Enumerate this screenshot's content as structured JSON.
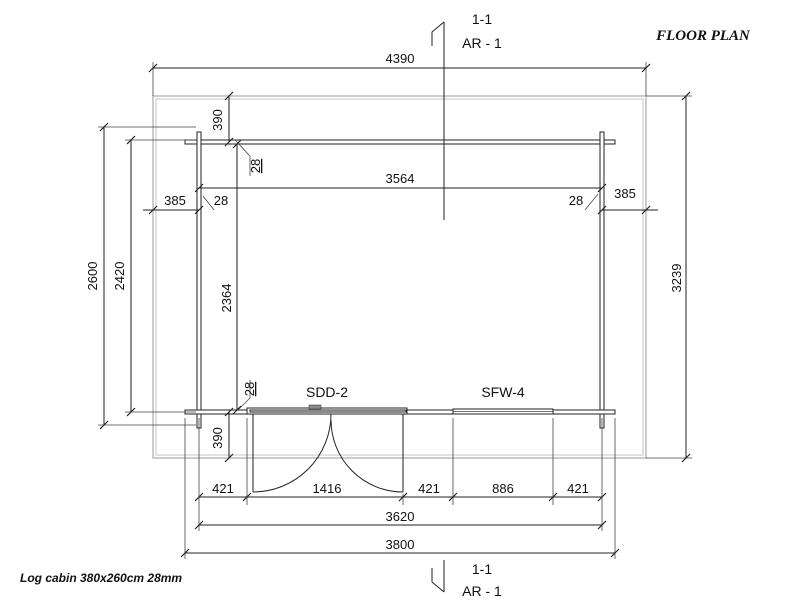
{
  "title": "FLOOR PLAN",
  "caption": "Log cabin 380x260cm 28mm",
  "section": {
    "top": "1-1",
    "bottom": "AR - 1"
  },
  "openings": {
    "door": "SDD-2",
    "window": "SFW-4"
  },
  "dims": {
    "overall_roof_width": "4390",
    "roof_overhang_top": "390",
    "wall_thickness": "28",
    "interior_width": "3564",
    "side_overhang": "385",
    "height_outer": "2600",
    "height_wall": "2420",
    "interior_depth": "2364",
    "roof_depth": "3239",
    "roof_overhang_bottom": "390",
    "seg_left": "421",
    "seg_door": "1416",
    "seg_mid": "421",
    "seg_window": "886",
    "seg_right": "421",
    "wall_width": "3620",
    "log_width": "3800"
  }
}
